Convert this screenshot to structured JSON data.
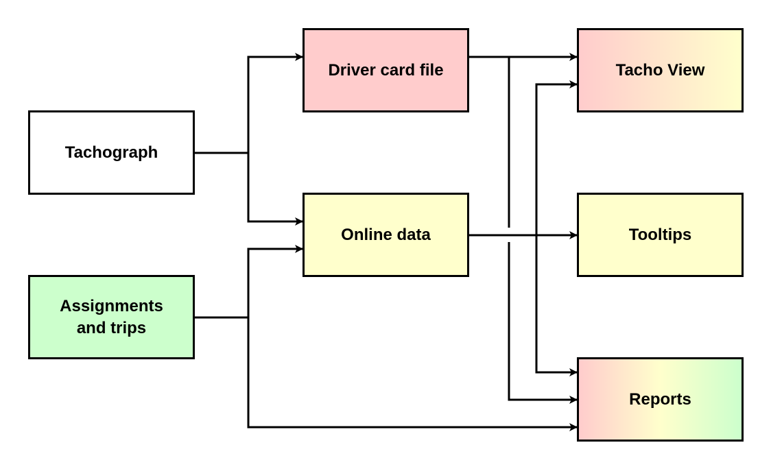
{
  "nodes": {
    "tachograph": {
      "label": "Tachograph",
      "fill": "#ffffff"
    },
    "assignments": {
      "label": "Assignments\nand trips",
      "fill": "#ccffcc"
    },
    "driver_card_file": {
      "label": "Driver card file",
      "fill": "#ffcccc"
    },
    "online_data": {
      "label": "Online data",
      "fill": "#ffffcc"
    },
    "tacho_view": {
      "label": "Tacho View",
      "gradient": [
        "#ffcccc",
        "#ffffcc"
      ]
    },
    "tooltips": {
      "label": "Tooltips",
      "fill": "#ffffcc"
    },
    "reports": {
      "label": "Reports",
      "gradient": [
        "#ffcccc",
        "#ffffcc",
        "#ccffcc"
      ]
    }
  },
  "edges": [
    {
      "from": "Tachograph",
      "to": "Driver card file"
    },
    {
      "from": "Tachograph",
      "to": "Online data"
    },
    {
      "from": "Assignments and trips",
      "to": "Online data"
    },
    {
      "from": "Assignments and trips",
      "to": "Reports"
    },
    {
      "from": "Driver card file",
      "to": "Tacho View"
    },
    {
      "from": "Driver card file",
      "to": "Reports"
    },
    {
      "from": "Online data",
      "to": "Tooltips"
    },
    {
      "from": "Online data",
      "to": "Tacho View"
    },
    {
      "from": "Online data",
      "to": "Reports"
    }
  ],
  "colors": {
    "stroke": "#000000"
  }
}
